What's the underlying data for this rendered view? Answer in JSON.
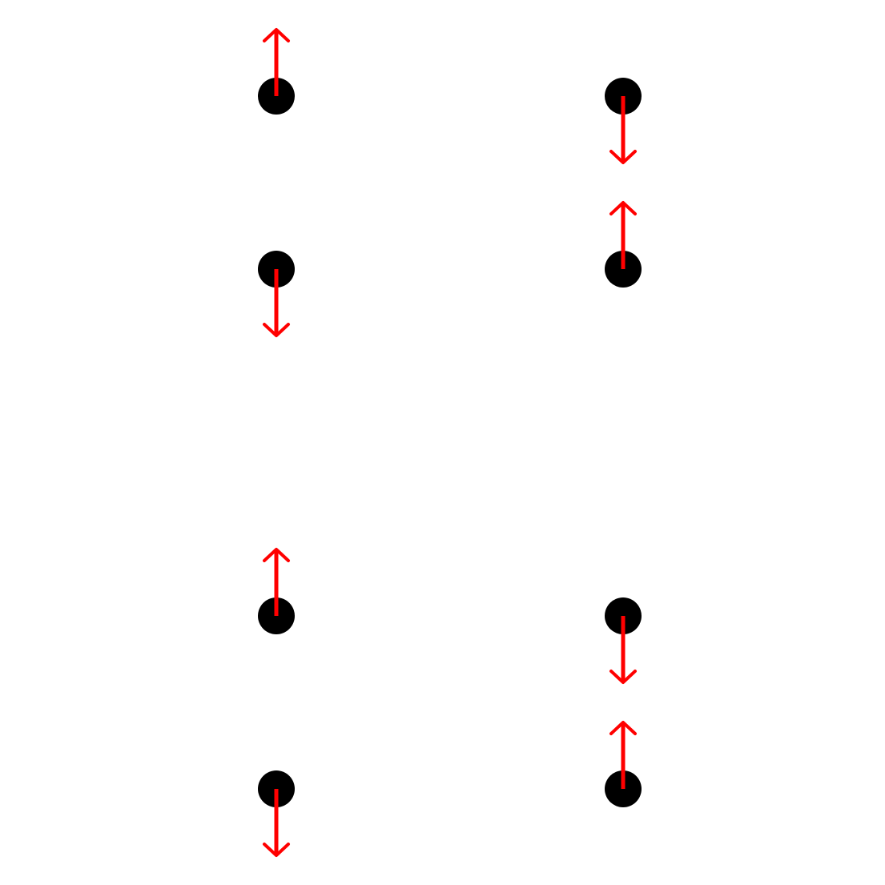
{
  "diagram": {
    "colors": {
      "background": "#ffffff",
      "dot": "#000000",
      "arrow": "#ff0000"
    },
    "particles": [
      {
        "id": "p1",
        "column": "left",
        "row": 1,
        "arrow_direction": "up"
      },
      {
        "id": "p2",
        "column": "left",
        "row": 2,
        "arrow_direction": "down"
      },
      {
        "id": "p3",
        "column": "left",
        "row": 3,
        "arrow_direction": "up"
      },
      {
        "id": "p4",
        "column": "left",
        "row": 4,
        "arrow_direction": "down"
      },
      {
        "id": "p5",
        "column": "right",
        "row": 1,
        "arrow_direction": "down"
      },
      {
        "id": "p6",
        "column": "right",
        "row": 2,
        "arrow_direction": "up"
      },
      {
        "id": "p7",
        "column": "right",
        "row": 3,
        "arrow_direction": "down"
      },
      {
        "id": "p8",
        "column": "right",
        "row": 4,
        "arrow_direction": "up"
      }
    ]
  }
}
